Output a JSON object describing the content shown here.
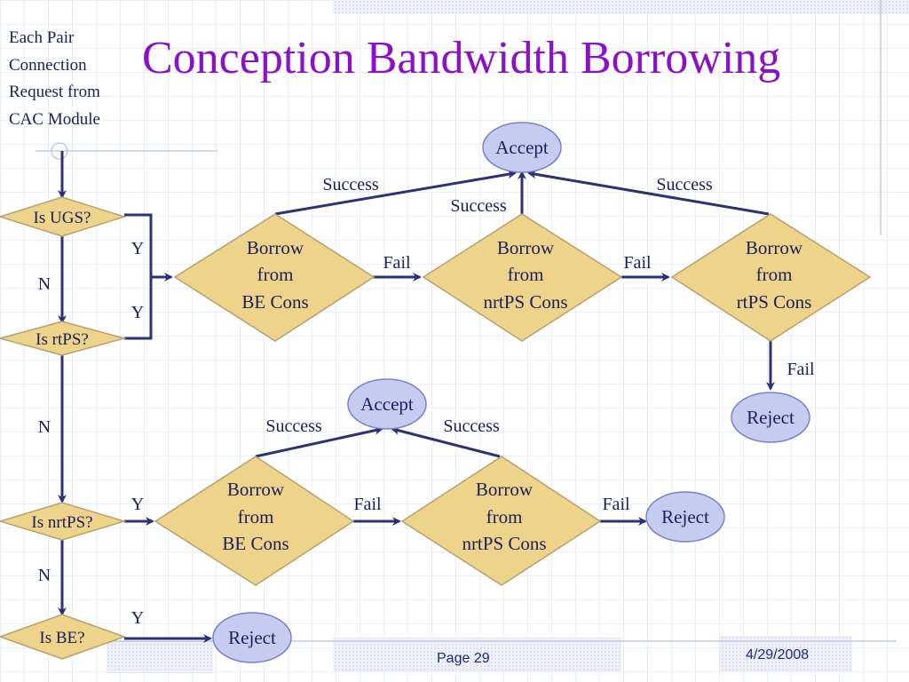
{
  "slide": {
    "title": "Conception Bandwidth Borrowing",
    "side_note": [
      "Each Pair",
      "Connection",
      "Request from",
      "CAC Module"
    ],
    "footer": {
      "page": "Page 29",
      "date": "4/29/2008"
    }
  },
  "colors": {
    "title": "#8b10c8",
    "diamond_fill": "#eed38a",
    "diamond_stroke": "#b8a070",
    "oval_fill": "#c6cbf0",
    "oval_stroke": "#7a80c8",
    "line": "#2b3278",
    "text": "#1a1f5c",
    "grid": "#d5dcec"
  },
  "diagram": {
    "decisions": {
      "is_ugs": "Is UGS?",
      "is_rtps": "Is rtPS?",
      "is_nrtps": "Is nrtPS?",
      "is_be": "Is BE?"
    },
    "borrow_nodes": {
      "top_be": [
        "Borrow",
        "from",
        "BE Cons"
      ],
      "top_nrtps": [
        "Borrow",
        "from",
        "nrtPS Cons"
      ],
      "top_rtps": [
        "Borrow",
        "from",
        "rtPS Cons"
      ],
      "mid_be": [
        "Borrow",
        "from",
        "BE Cons"
      ],
      "mid_nrtps": [
        "Borrow",
        "from",
        "nrtPS Cons"
      ]
    },
    "terminals": {
      "accept_top": "Accept",
      "accept_mid": "Accept",
      "reject_rtps": "Reject",
      "reject_nrtps": "Reject",
      "reject_be": "Reject"
    },
    "edge_labels": {
      "yes_ugs": "Y",
      "yes_rtps": "Y",
      "no_ugs": "N",
      "no_rtps": "N",
      "yes_nrtps": "Y",
      "no_nrtps": "N",
      "yes_be": "Y",
      "fail_top_1": "Fail",
      "fail_top_2": "Fail",
      "fail_rtps": "Fail",
      "fail_mid_1": "Fail",
      "fail_mid_2": "Fail",
      "success_top_be": "Success",
      "success_top_nrtps": "Success",
      "success_top_rtps": "Success",
      "success_mid_be": "Success",
      "success_mid_nrtps": "Success"
    }
  }
}
